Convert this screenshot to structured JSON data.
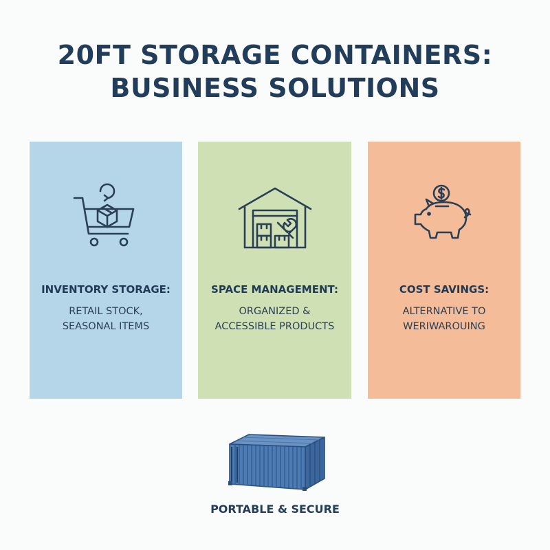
{
  "title": {
    "line1": "20FT STORAGE CONTAINERS:",
    "line2": "BUSINESS SOLUTIONS"
  },
  "colors": {
    "title": "#223d5a",
    "panel_blue": "#b5d5e8",
    "panel_green": "#cfe0b4",
    "panel_orange": "#f4bc98",
    "icon_stroke": "#2a3f56",
    "container": "#3f6fa8"
  },
  "panels": [
    {
      "icon": "shopping-cart-box-icon",
      "heading": "INVENTORY STORAGE:",
      "body": [
        "RETAIL STOCK,",
        "SEASONAL ITEMS"
      ]
    },
    {
      "icon": "warehouse-boxes-wrench-icon",
      "heading": "SPACE MANAGEMENT:",
      "body": [
        "ORGANIZED &",
        "ACCESSIBLE PRODUCTS"
      ]
    },
    {
      "icon": "piggy-bank-dollar-icon",
      "heading": "COST SAVINGS:",
      "body": [
        "ALTERNATIVE TO",
        "WERIWAROUING"
      ]
    }
  ],
  "footer": {
    "icon": "shipping-container-icon",
    "label": "PORTABLE & SECURE"
  }
}
